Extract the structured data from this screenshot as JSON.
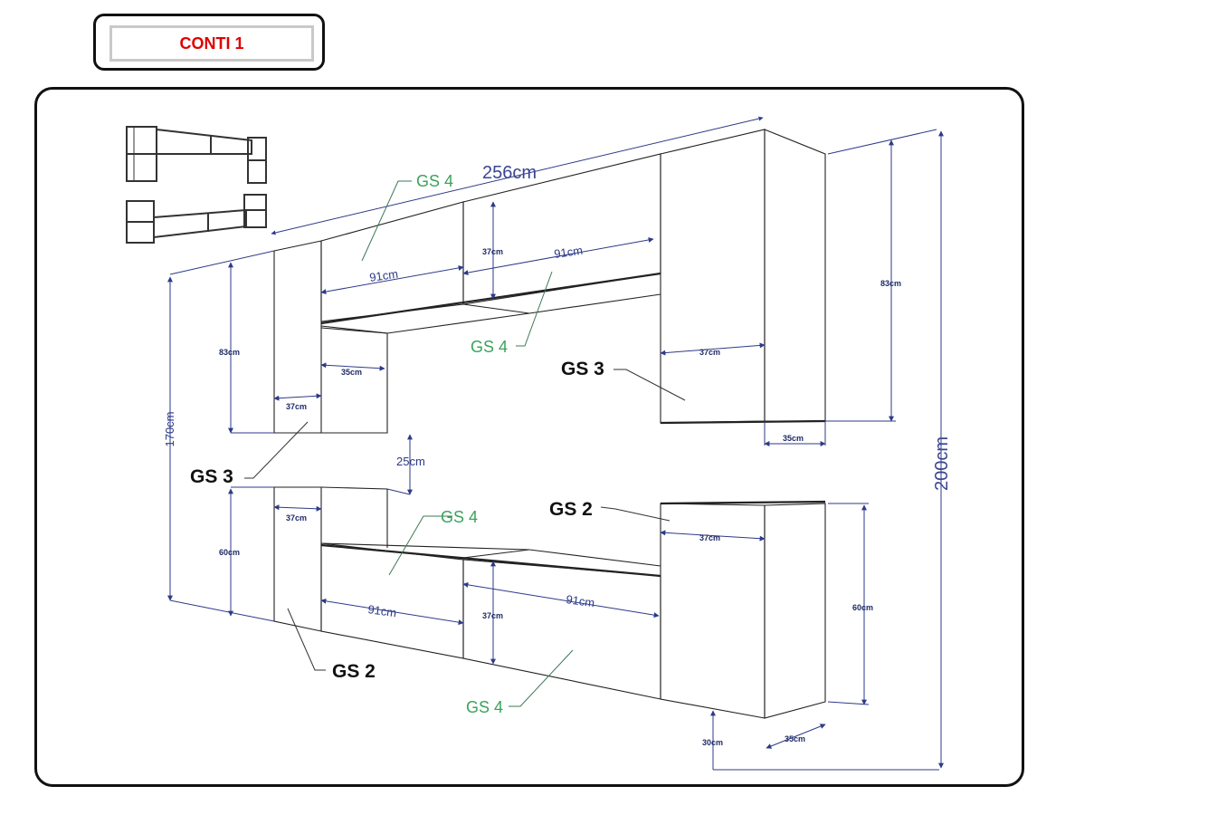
{
  "title": "CONTI 1",
  "colors": {
    "title_text": "#e00000",
    "dimension": "#2d3a88",
    "label_green": "#3aa35c",
    "label_black": "#111111",
    "outline": "#222222"
  },
  "labels": {
    "gs4_top_left": "GS 4",
    "gs4_top_mid": "GS 4",
    "gs3_right": "GS 3",
    "gs3_left": "GS 3",
    "gs2_right": "GS 2",
    "gs4_bottom_mid": "GS 4",
    "gs2_left": "GS 2",
    "gs4_bottom": "GS 4"
  },
  "dimensions": {
    "total_width": "256cm",
    "total_height": "200cm",
    "left_height": "170cm",
    "top_left_width": "91cm",
    "top_mid_width": "91cm",
    "top_mid_height": "37cm",
    "top_left_height": "83cm",
    "top_open_depth": "35cm",
    "top_left_depth": "37cm",
    "top_right_height": "83cm",
    "top_right_width": "37cm",
    "top_right_depth": "35cm",
    "gap": "25cm",
    "bottom_left_depth": "37cm",
    "bottom_left_height": "60cm",
    "bottom_left_width": "91cm",
    "bottom_mid_height": "37cm",
    "bottom_mid_width": "91cm",
    "bottom_right_width": "37cm",
    "bottom_right_height": "60cm",
    "bottom_right_depth": "35cm",
    "floor_gap": "30cm"
  }
}
